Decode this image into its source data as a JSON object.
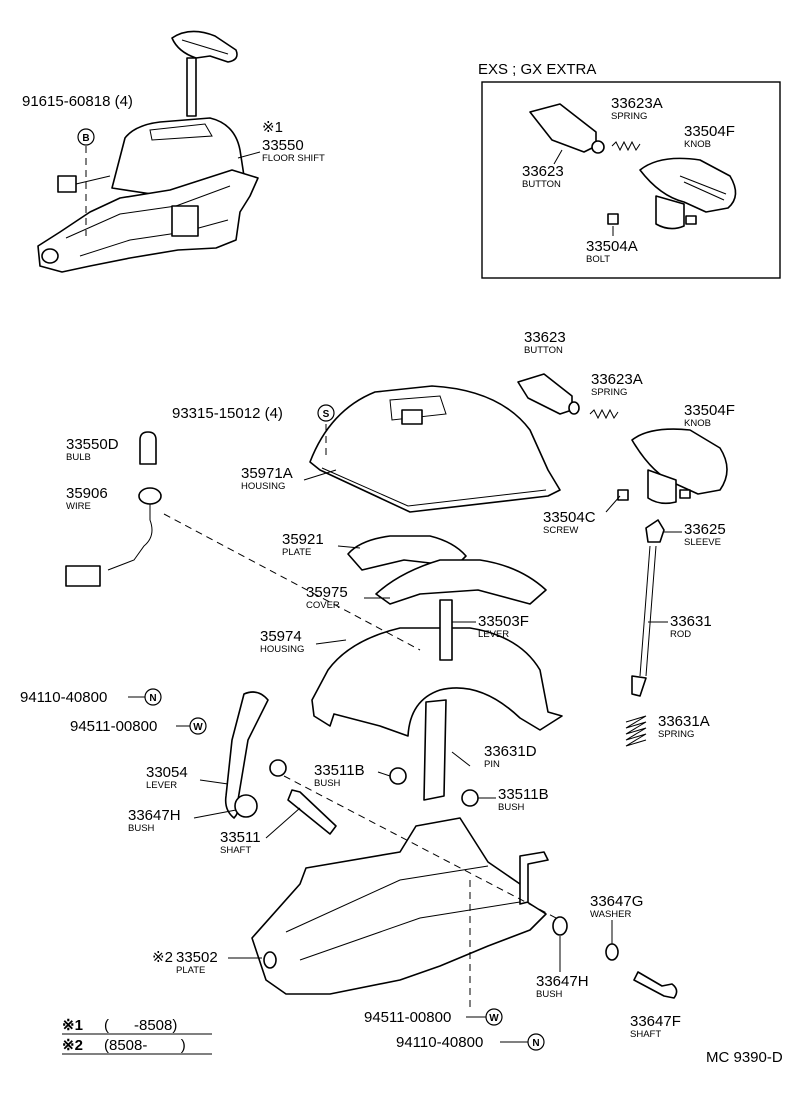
{
  "inset": {
    "title": "EXS ; GX EXTRA",
    "parts": [
      {
        "number": "33623A",
        "name": "SPRING"
      },
      {
        "number": "33504F",
        "name": "KNOB"
      },
      {
        "number": "33623",
        "name": "BUTTON"
      },
      {
        "number": "33504A",
        "name": "BOLT"
      }
    ]
  },
  "top_assembly": {
    "bolt_ref": "91615-60818 (4)",
    "bolt_symbol": "B",
    "footnote_mark": "※1",
    "floor_shift_number": "33550",
    "floor_shift_name": "FLOOR SHIFT"
  },
  "parts": [
    {
      "id": "screw-93315",
      "number": "93315-15012 (4)",
      "name": "",
      "symbol": "S"
    },
    {
      "id": "button-33623",
      "number": "33623",
      "name": "BUTTON"
    },
    {
      "id": "spring-33623a",
      "number": "33623A",
      "name": "SPRING"
    },
    {
      "id": "knob-33504f",
      "number": "33504F",
      "name": "KNOB"
    },
    {
      "id": "bulb-33550d",
      "number": "33550D",
      "name": "BULB"
    },
    {
      "id": "housing-35971a",
      "number": "35971A",
      "name": "HOUSING"
    },
    {
      "id": "wire-35906",
      "number": "35906",
      "name": "WIRE"
    },
    {
      "id": "screw-33504c",
      "number": "33504C",
      "name": "SCREW"
    },
    {
      "id": "sleeve-33625",
      "number": "33625",
      "name": "SLEEVE"
    },
    {
      "id": "plate-35921",
      "number": "35921",
      "name": "PLATE"
    },
    {
      "id": "cover-35975",
      "number": "35975",
      "name": "COVER"
    },
    {
      "id": "lever-33503f",
      "number": "33503F",
      "name": "LEVER"
    },
    {
      "id": "housing-35974",
      "number": "35974",
      "name": "HOUSING"
    },
    {
      "id": "rod-33631",
      "number": "33631",
      "name": "ROD"
    },
    {
      "id": "nut-94110-a",
      "number": "94110-40800",
      "name": "",
      "symbol": "N"
    },
    {
      "id": "washer-94511-a",
      "number": "94511-00800",
      "name": "",
      "symbol": "W"
    },
    {
      "id": "spring-33631a",
      "number": "33631A",
      "name": "SPRING"
    },
    {
      "id": "pin-33631d",
      "number": "33631D",
      "name": "PIN"
    },
    {
      "id": "lever-33054",
      "number": "33054",
      "name": "LEVER"
    },
    {
      "id": "bush-33511b-a",
      "number": "33511B",
      "name": "BUSH"
    },
    {
      "id": "bush-33511b-b",
      "number": "33511B",
      "name": "BUSH"
    },
    {
      "id": "bush-33647h-a",
      "number": "33647H",
      "name": "BUSH"
    },
    {
      "id": "shaft-33511",
      "number": "33511",
      "name": "SHAFT"
    },
    {
      "id": "washer-33647g",
      "number": "33647G",
      "name": "WASHER"
    },
    {
      "id": "plate-33502",
      "number": "33502",
      "name": "PLATE",
      "mark": "※2"
    },
    {
      "id": "bush-33647h-b",
      "number": "33647H",
      "name": "BUSH"
    },
    {
      "id": "shaft-33647f",
      "number": "33647F",
      "name": "SHAFT"
    },
    {
      "id": "washer-94511-b",
      "number": "94511-00800",
      "name": "",
      "symbol": "W"
    },
    {
      "id": "nut-94110-b",
      "number": "94110-40800",
      "name": "",
      "symbol": "N"
    }
  ],
  "legend": [
    {
      "mark": "※1",
      "range": "(      -8508)"
    },
    {
      "mark": "※2",
      "range": "(8508-        )"
    }
  ],
  "diagram_code": "MC 9390-D"
}
